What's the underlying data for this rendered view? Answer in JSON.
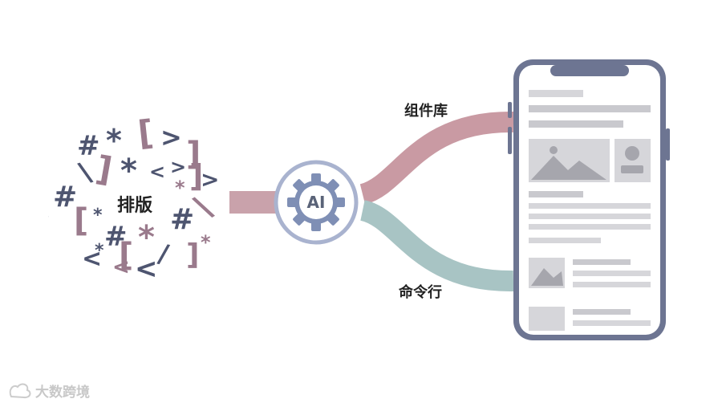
{
  "labels": {
    "center": "排版",
    "top_branch": "组件库",
    "bottom_branch": "命令行",
    "ai": "AI"
  },
  "watermark": {
    "text": "大数跨境"
  },
  "symbols": [
    "#",
    "*",
    "[",
    ">",
    "]",
    "*",
    "<",
    ">",
    "]",
    ">",
    "\\",
    "*",
    "#",
    "]",
    "[",
    "*",
    "#",
    "*",
    "<",
    "#",
    "*",
    "/",
    "]",
    "<",
    "[",
    "<",
    "*",
    "\\",
    "]"
  ],
  "colors": {
    "dark": "#4e5570",
    "mauve": "#9a7a8c",
    "top_ribbon": "#c99aa3",
    "bottom_ribbon": "#a8c4c4",
    "gear": "#7f8fb5",
    "phone_frame": "#6d7592",
    "phone_screen": "#ffffff",
    "placeholder": "#d4d4d8"
  },
  "icons": [
    "gear-icon",
    "image-placeholder-icon",
    "avatar-placeholder-icon"
  ]
}
